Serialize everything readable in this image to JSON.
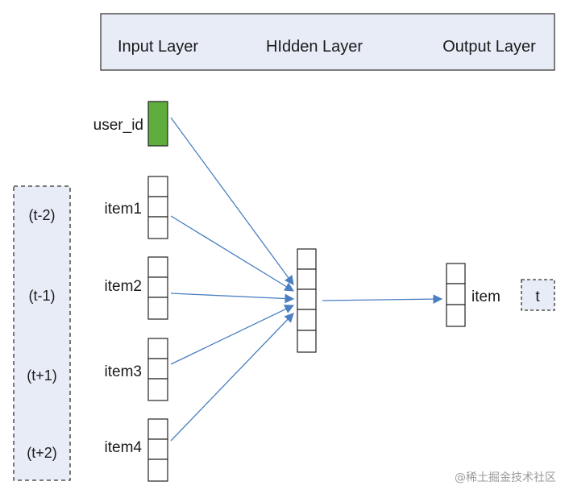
{
  "header": {
    "input_layer": "Input Layer",
    "hidden_layer": "HIdden Layer",
    "output_layer": "Output Layer"
  },
  "inputs": {
    "user_id": "user_id",
    "item1": "item1",
    "item2": "item2",
    "item3": "item3",
    "item4": "item4"
  },
  "context": {
    "t_minus_2": "(t-2)",
    "t_minus_1": "(t-1)",
    "t_plus_1": "(t+1)",
    "t_plus_2": "(t+2)"
  },
  "output": {
    "label": "item",
    "target": "t"
  },
  "watermark": "@稀土掘金技术社区",
  "colors": {
    "user_id_fill": "#5fad3c",
    "arrow": "#4a7fc1",
    "panel_fill": "#e8ecf7"
  }
}
